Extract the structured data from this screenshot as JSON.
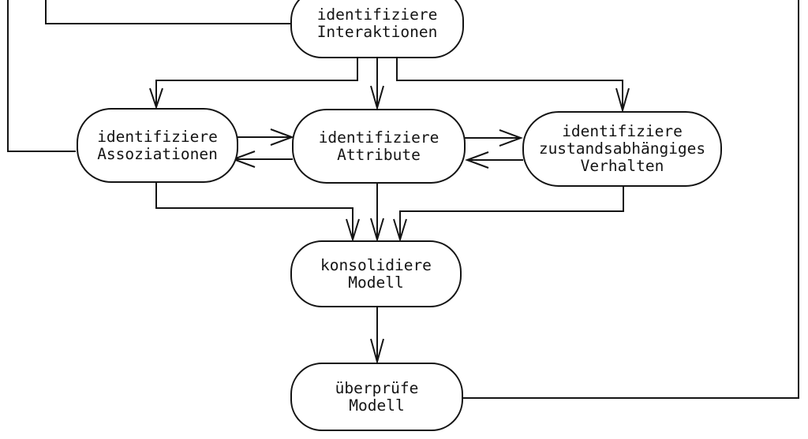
{
  "colors": {
    "background": "#ffffff",
    "line": "#141414",
    "text": "#141414"
  },
  "nodes": {
    "interaktionen": {
      "lines": [
        "identifiziere",
        "Interaktionen"
      ]
    },
    "assoziationen": {
      "lines": [
        "identifiziere",
        "Assoziationen"
      ]
    },
    "attribute": {
      "lines": [
        "identifiziere",
        "Attribute"
      ]
    },
    "verhalten": {
      "lines": [
        "identifiziere",
        "zustandsabhängiges",
        "Verhalten"
      ]
    },
    "konsolidiere": {
      "lines": [
        "konsolidiere",
        "Modell"
      ]
    },
    "ueberpruefe": {
      "lines": [
        "überprüfe",
        "Modell"
      ]
    }
  },
  "edges": [
    {
      "from": "offscreen-top-left-outer",
      "to": "identifiziere-assoziationen",
      "arrowhead": false
    },
    {
      "from": "offscreen-top-left-inner",
      "to": "identifiziere-interaktionen",
      "arrowhead": false
    },
    {
      "from": "identifiziere-interaktionen",
      "to": "identifiziere-assoziationen",
      "arrowhead": true
    },
    {
      "from": "identifiziere-interaktionen",
      "to": "identifiziere-attribute",
      "arrowhead": true
    },
    {
      "from": "identifiziere-interaktionen",
      "to": "identifiziere-zustandsabhaengiges-verhalten",
      "arrowhead": true
    },
    {
      "from": "identifiziere-assoziationen",
      "to": "identifiziere-attribute",
      "arrowhead": true
    },
    {
      "from": "identifiziere-attribute",
      "to": "identifiziere-assoziationen",
      "arrowhead": true
    },
    {
      "from": "identifiziere-attribute",
      "to": "identifiziere-zustandsabhaengiges-verhalten",
      "arrowhead": true
    },
    {
      "from": "identifiziere-zustandsabhaengiges-verhalten",
      "to": "identifiziere-attribute",
      "arrowhead": true
    },
    {
      "from": "identifiziere-assoziationen",
      "to": "konsolidiere-modell",
      "arrowhead": true
    },
    {
      "from": "identifiziere-attribute",
      "to": "konsolidiere-modell",
      "arrowhead": true
    },
    {
      "from": "identifiziere-zustandsabhaengiges-verhalten",
      "to": "konsolidiere-modell",
      "arrowhead": true
    },
    {
      "from": "konsolidiere-modell",
      "to": "ueberpruefe-modell",
      "arrowhead": true
    },
    {
      "from": "ueberpruefe-modell",
      "to": "offscreen-top-right",
      "arrowhead": false
    }
  ]
}
